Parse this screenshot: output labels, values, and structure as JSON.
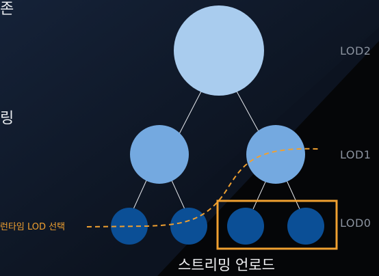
{
  "side_text": [
    "존",
    "링"
  ],
  "lod_labels": [
    "LOD2",
    "LOD1",
    "LOD0"
  ],
  "nodes": [
    {
      "id": "root",
      "level": "LOD2"
    },
    {
      "id": "lod1-left",
      "level": "LOD1"
    },
    {
      "id": "lod1-right",
      "level": "LOD1"
    },
    {
      "id": "lod0-1",
      "level": "LOD0"
    },
    {
      "id": "lod0-2",
      "level": "LOD0"
    },
    {
      "id": "lod0-3",
      "level": "LOD0"
    },
    {
      "id": "lod0-4",
      "level": "LOD0"
    }
  ],
  "runtime_label": "런타임 LOD 선택",
  "streaming_label": "스트리밍 언로드",
  "colors": {
    "lod2": "#a9ccee",
    "lod1": "#74a9e0",
    "lod0": "#0b4f96",
    "highlight": "#f0a030",
    "label": "#8b939f"
  }
}
